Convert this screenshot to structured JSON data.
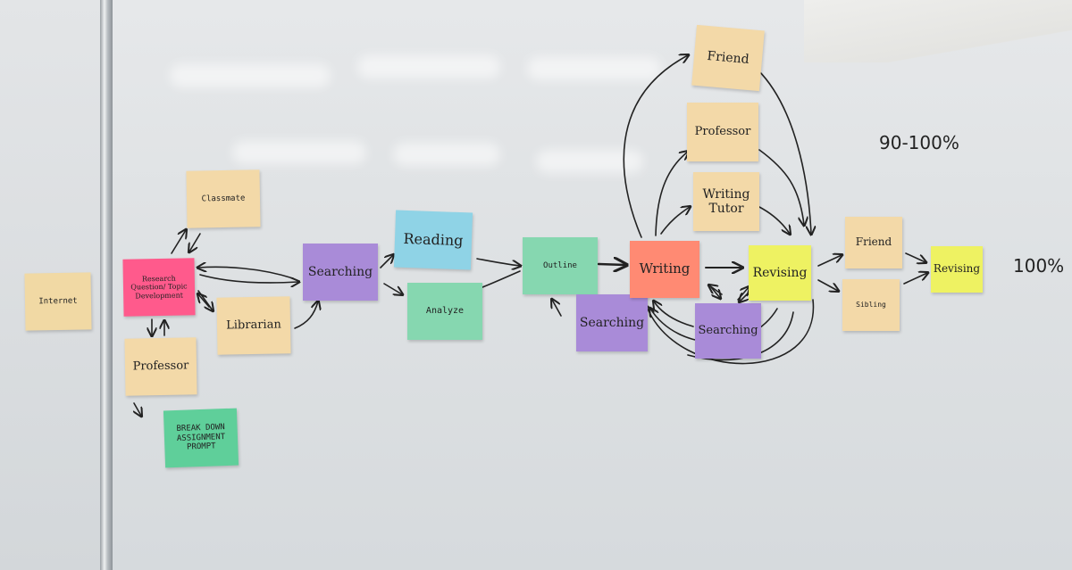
{
  "colors": {
    "peach": "#f3d9a8",
    "pink": "#ff5a8c",
    "purple": "#a98bd8",
    "blue": "#8fd3e6",
    "green": "#86d7b0",
    "salmon": "#ff8a73",
    "yellow": "#eef262",
    "mint": "#5fcf9a"
  },
  "notes": {
    "internet": "Internet",
    "classmate": "Classmate",
    "research": "Research Question/ Topic Development",
    "professor_left": "Professor",
    "librarian": "Librarian",
    "breakdown": "BREAK DOWN ASSIGNMENT PROMPT",
    "searching_1": "Searching",
    "reading": "Reading",
    "analyze": "Analyze",
    "outline": "Outline",
    "searching_2": "Searching",
    "writing": "Writing",
    "friend_top": "Friend",
    "professor_top": "Professor",
    "writing_tutor": "Writing Tutor",
    "searching_3": "Searching",
    "revising_1": "Revising",
    "friend_right": "Friend",
    "sibling": "Sibling",
    "revising_2": "Revising"
  },
  "whiteboard": {
    "label_90": "90-100%",
    "label_100": "100%"
  }
}
